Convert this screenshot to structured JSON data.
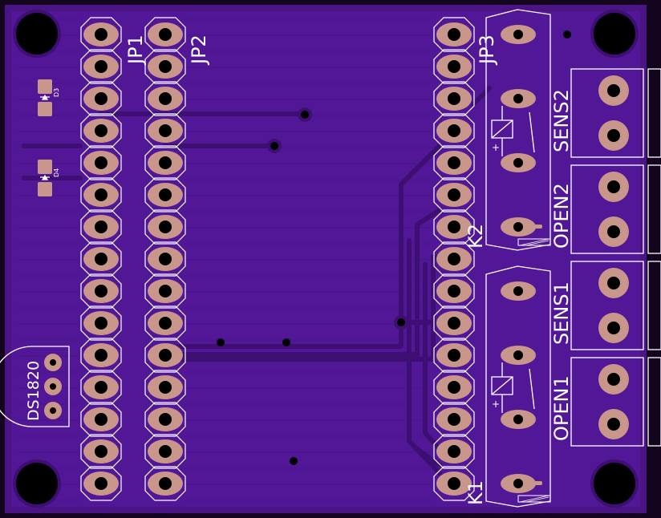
{
  "board": {
    "background": "#4a1485",
    "copper": "#5a1a9c",
    "trace": "#3e0f72",
    "edge": "#14051f",
    "pad": "#c8968a",
    "hole": "#000000",
    "silk": "#ffffff"
  },
  "labels": {
    "jp1": "JP1",
    "jp2": "JP2",
    "jp3": "JP3",
    "k1": "K1",
    "k2": "K2",
    "d3": "D3",
    "d4": "D4",
    "ds1820": "DS1820",
    "sens1": "SENS1",
    "sens2": "SENS2",
    "open1": "OPEN1",
    "open2": "OPEN2",
    "plus": "+"
  },
  "header_pins_per_row": 15,
  "terminal_count": 8
}
